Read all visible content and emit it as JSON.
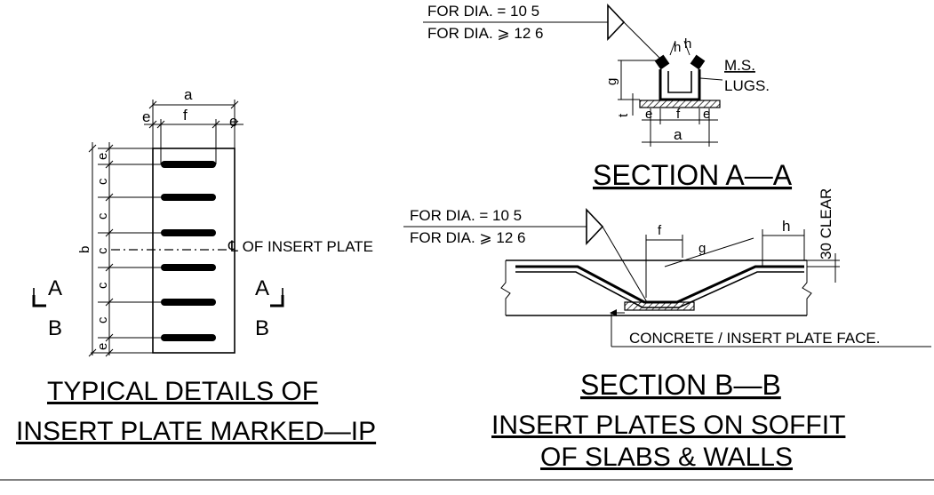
{
  "left_view": {
    "dim_a": "a",
    "dim_f": "f",
    "dim_e": "e",
    "dim_c": "c",
    "dim_b": "b",
    "centerline_label": "℄ OF INSERT PLATE",
    "section_a_left": "A",
    "section_b_left": "B",
    "section_a_right": "A",
    "section_b_right": "B",
    "title_line1": "TYPICAL DETAILS OF",
    "title_line2": "INSERT PLATE MARKED—IP"
  },
  "section_aa": {
    "weld_line1": "FOR DIA. = 10    5",
    "weld_line2": "FOR DIA. ⩾ 12    6",
    "lugs_line1": "M.S.",
    "lugs_line2": "LUGS.",
    "dim_g": "g",
    "dim_t": "t",
    "dim_h": "h",
    "dim_e": "e",
    "dim_f": "f",
    "dim_a": "a",
    "title": "SECTION A—A"
  },
  "section_bb": {
    "weld_line1": "FOR DIA. = 10    5",
    "weld_line2": "FOR DIA. ⩾ 12    6",
    "clear_label": "30 CLEAR",
    "dim_f": "f",
    "dim_g": "g",
    "dim_h": "h",
    "face_label": "CONCRETE / INSERT PLATE FACE.",
    "title": "SECTION B—B",
    "subtitle_line1": "INSERT PLATES ON SOFFIT",
    "subtitle_line2": "OF SLABS & WALLS"
  }
}
